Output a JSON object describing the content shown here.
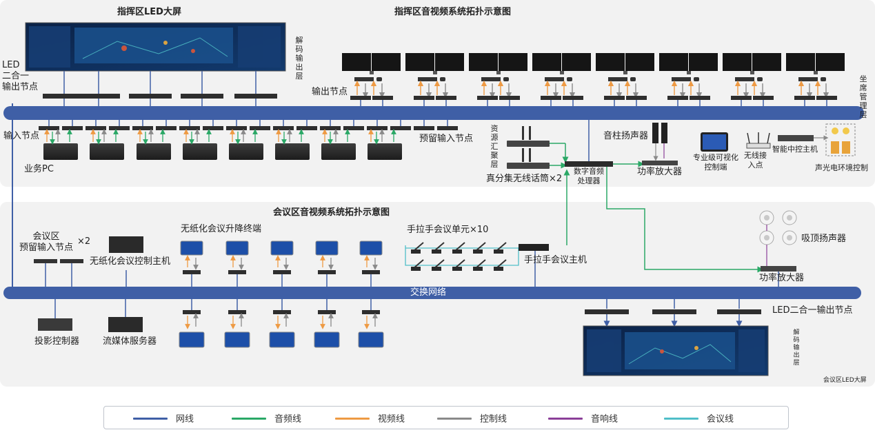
{
  "titles": {
    "command_area": "指挥区音视频系统拓扑示意图",
    "command_led": "指挥区LED大屏",
    "conference_area": "会议区音视频系统拓扑示意图",
    "conference_led": "会议区LED大屏"
  },
  "command": {
    "decode_layer": "解码输出层",
    "led_output_node": "LED\n二合一\n输出节点",
    "seat_layer": "坐席管理层",
    "output_node": "输出节点",
    "input_node": "输入节点",
    "reserve_input_node": "预留输入节点",
    "business_pc": "业务PC",
    "resource_layer": "资源汇聚层",
    "wireless_mic": "真分集无线话筒×2",
    "dsp": "数字音频\n处理器",
    "column_speaker": "音柱扬声器",
    "amplifier": "功率放大器",
    "vis_control": "专业级可视化\n控制端",
    "wireless_ap": "无线接\n入点",
    "central_control": "智能中控主机",
    "env_control": "声光电环境控制"
  },
  "conference": {
    "reserve_input": "会议区\n预留输入节点",
    "reserve_count": "×2",
    "paperless_host": "无纸化会议控制主机",
    "paperless_terminal": "无纸化会议升降终端",
    "hand_units": "手拉手会议单元×10",
    "hand_host": "手拉手会议主机",
    "ceiling_speaker": "吸顶扬声器",
    "amplifier": "功率放大器",
    "switch_network": "交换网络",
    "projection": "投影控制器",
    "streaming": "流媒体服务器",
    "led_output_node": "LED二合一输出节点",
    "decode_layer": "解码输出层"
  },
  "legend": [
    {
      "label": "网线",
      "color": "#3f5fa6",
      "icon": "blue-line"
    },
    {
      "label": "音频线",
      "color": "#2aa866",
      "icon": "green-line"
    },
    {
      "label": "视频线",
      "color": "#ee9a43",
      "icon": "orange-line"
    },
    {
      "label": "控制线",
      "color": "#8a8a8a",
      "icon": "gray-line"
    },
    {
      "label": "音响线",
      "color": "#8b3f98",
      "icon": "purple-line"
    },
    {
      "label": "会议线",
      "color": "#4fbec8",
      "icon": "cyan-line"
    }
  ]
}
